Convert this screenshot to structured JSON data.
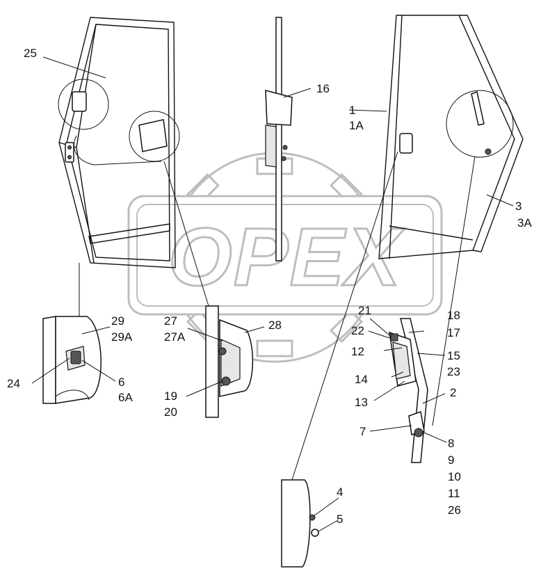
{
  "watermark": {
    "text": "OPEX",
    "color": "#bdbdbd"
  },
  "callouts": {
    "c25": "25",
    "c16": "16",
    "c1": "1",
    "c1a": "1A",
    "c3": "3",
    "c3a": "3A",
    "c29": "29",
    "c29a": "29A",
    "c24": "24",
    "c6": "6",
    "c6a": "6A",
    "c27": "27",
    "c27a": "27A",
    "c28": "28",
    "c19": "19",
    "c20": "20",
    "c21": "21",
    "c22": "22",
    "c18": "18",
    "c17": "17",
    "c12": "12",
    "c15": "15",
    "c23": "23",
    "c14": "14",
    "c13": "13",
    "c2": "2",
    "c7": "7",
    "c8": "8",
    "c9": "9",
    "c10": "10",
    "c11": "11",
    "c26": "26",
    "c4": "4",
    "c5": "5"
  }
}
